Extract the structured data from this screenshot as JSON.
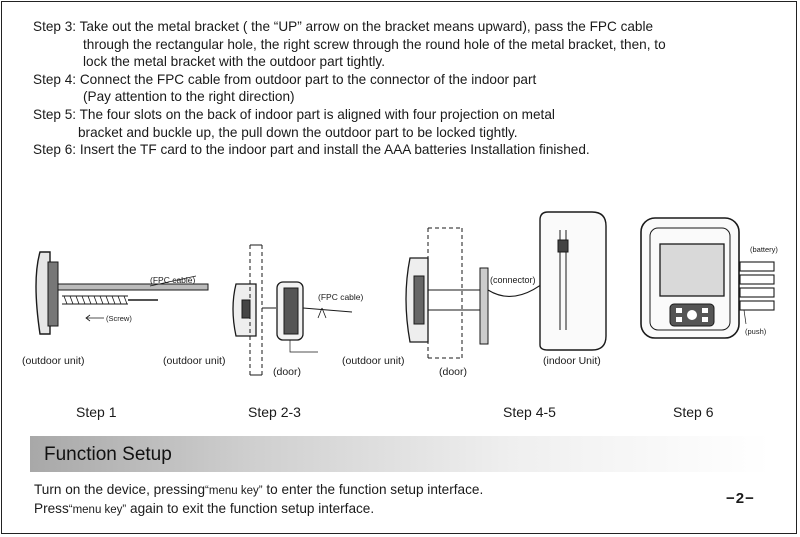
{
  "steps": [
    {
      "lines": [
        "Step 3:  Take out the metal bracket (  the “UP”  arrow on the bracket means upward), pass the FPC cable",
        "through the rectangular hole, the right screw through the round hole of the metal bracket, then, to",
        "lock the metal bracket with the outdoor part tightly."
      ]
    },
    {
      "lines": [
        "Step 4:  Connect the FPC cable from outdoor part to the connector of the indoor part",
        "(Pay attention to the right direction)"
      ]
    },
    {
      "lines": [
        "Step 5:  The four slots on the back of indoor part is aligned with four projection on metal",
        "bracket and buckle up, the pull down the outdoor part to be locked tightly."
      ]
    },
    {
      "lines": [
        "Step 6:  Insert the TF card to the indoor part and install the AAA batteries Installation finished."
      ]
    }
  ],
  "diagram_labels": {
    "fpc_cable_1": "(FPC cable)",
    "screw": "(Screw)",
    "outdoor_unit_1": "(outdoor unit)",
    "fpc_cable_2": "(FPC cable)",
    "outdoor_unit_2": "(outdoor unit)",
    "door_1": "(door)",
    "connector": "(connector)",
    "outdoor_unit_3": "(outdoor unit)",
    "door_2": "(door)",
    "indoor_unit": "(indoor Unit)",
    "battery": "(battery)",
    "push": "(push)"
  },
  "captions": [
    "Step 1",
    "Step 2-3",
    "Step 4-5",
    "Step 6"
  ],
  "section": {
    "title": "Function Setup"
  },
  "function_text": {
    "line1_a": "Turn on the device, pressing",
    "line1_key": "“menu key”",
    "line1_b": " to enter the function setup interface.",
    "line2_a": "Press",
    "line2_key": "“menu key”",
    "line2_b": " again to exit the function setup interface."
  },
  "page_number": "−2−"
}
